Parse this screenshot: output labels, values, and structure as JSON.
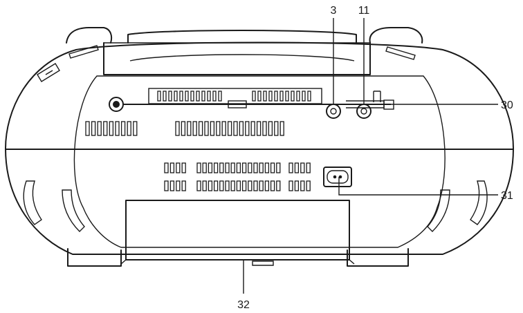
{
  "callouts": {
    "c3": "3",
    "c11": "11",
    "c30": "30",
    "c31": "31",
    "c32": "32"
  },
  "vent_groups": [
    {
      "id": "upper-vent-left",
      "count": 9
    },
    {
      "id": "upper-vent-right",
      "count": 19
    },
    {
      "id": "top-slot-left",
      "count": 12
    },
    {
      "id": "top-slot-right",
      "count": 11
    },
    {
      "id": "lower-vent-a-row1",
      "count": 4
    },
    {
      "id": "lower-vent-a-row2",
      "count": 4
    },
    {
      "id": "lower-vent-b-row1",
      "count": 15
    },
    {
      "id": "lower-vent-b-row2",
      "count": 15
    },
    {
      "id": "lower-vent-c-row1",
      "count": 4
    },
    {
      "id": "lower-vent-c-row2",
      "count": 4
    }
  ]
}
